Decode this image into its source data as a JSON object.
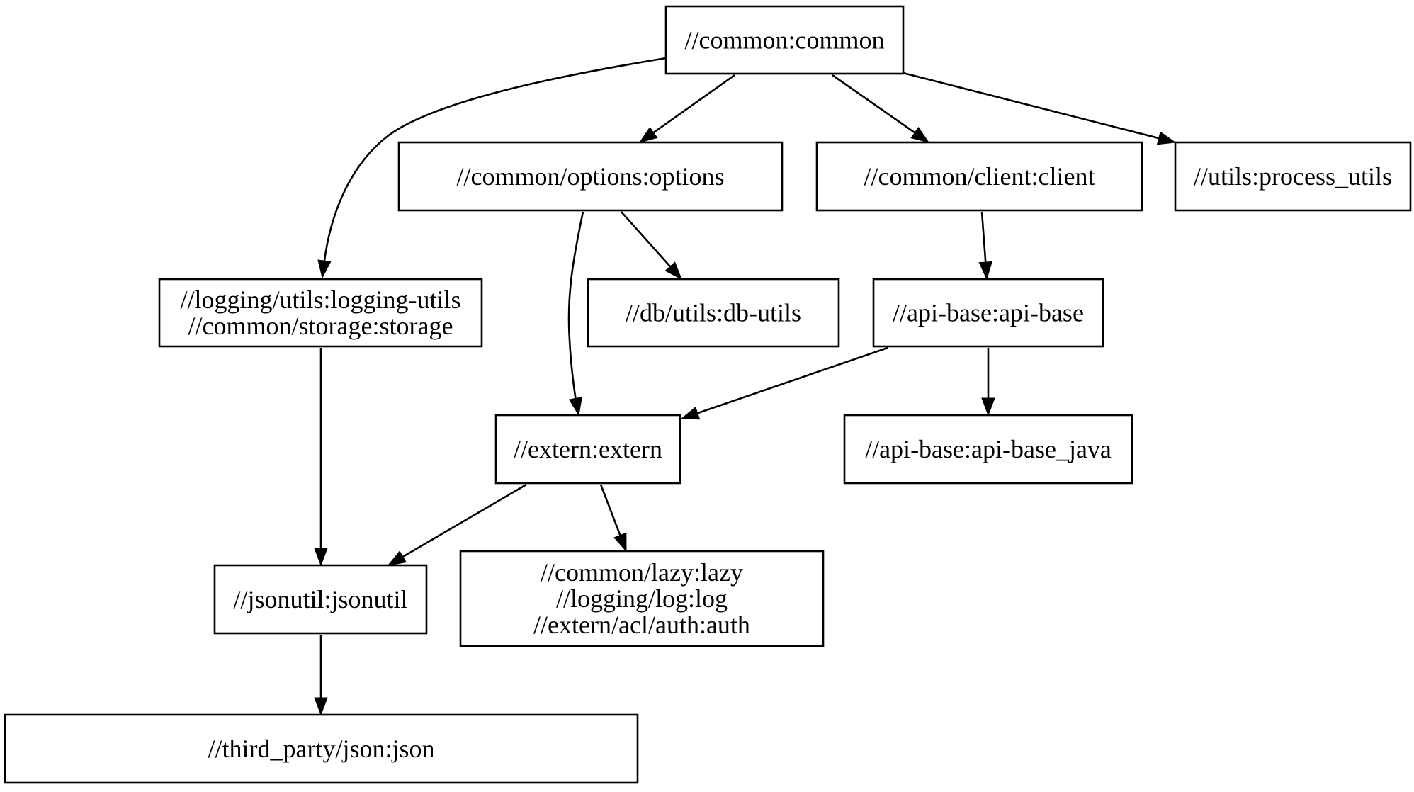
{
  "graph": {
    "nodes": [
      {
        "id": "common",
        "lines": [
          "//common:common"
        ]
      },
      {
        "id": "options",
        "lines": [
          "//common/options:options"
        ]
      },
      {
        "id": "client",
        "lines": [
          "//common/client:client"
        ]
      },
      {
        "id": "process_utils",
        "lines": [
          "//utils:process_utils"
        ]
      },
      {
        "id": "logging_storage",
        "lines": [
          "//logging/utils:logging-utils",
          "//common/storage:storage"
        ]
      },
      {
        "id": "db_utils",
        "lines": [
          "//db/utils:db-utils"
        ]
      },
      {
        "id": "api_base",
        "lines": [
          "//api-base:api-base"
        ]
      },
      {
        "id": "extern",
        "lines": [
          "//extern:extern"
        ]
      },
      {
        "id": "api_base_java",
        "lines": [
          "//api-base:api-base_java"
        ]
      },
      {
        "id": "jsonutil",
        "lines": [
          "//jsonutil:jsonutil"
        ]
      },
      {
        "id": "lazy_log_auth",
        "lines": [
          "//common/lazy:lazy",
          "//logging/log:log",
          "//extern/acl/auth:auth"
        ]
      },
      {
        "id": "json",
        "lines": [
          "//third_party/json:json"
        ]
      }
    ],
    "edges": [
      {
        "from": "common",
        "to": "logging_storage"
      },
      {
        "from": "common",
        "to": "options"
      },
      {
        "from": "common",
        "to": "client"
      },
      {
        "from": "common",
        "to": "process_utils"
      },
      {
        "from": "options",
        "to": "extern"
      },
      {
        "from": "options",
        "to": "db_utils"
      },
      {
        "from": "client",
        "to": "api_base"
      },
      {
        "from": "api_base",
        "to": "extern"
      },
      {
        "from": "api_base",
        "to": "api_base_java"
      },
      {
        "from": "logging_storage",
        "to": "jsonutil"
      },
      {
        "from": "extern",
        "to": "jsonutil"
      },
      {
        "from": "extern",
        "to": "lazy_log_auth"
      },
      {
        "from": "jsonutil",
        "to": "json"
      }
    ]
  }
}
